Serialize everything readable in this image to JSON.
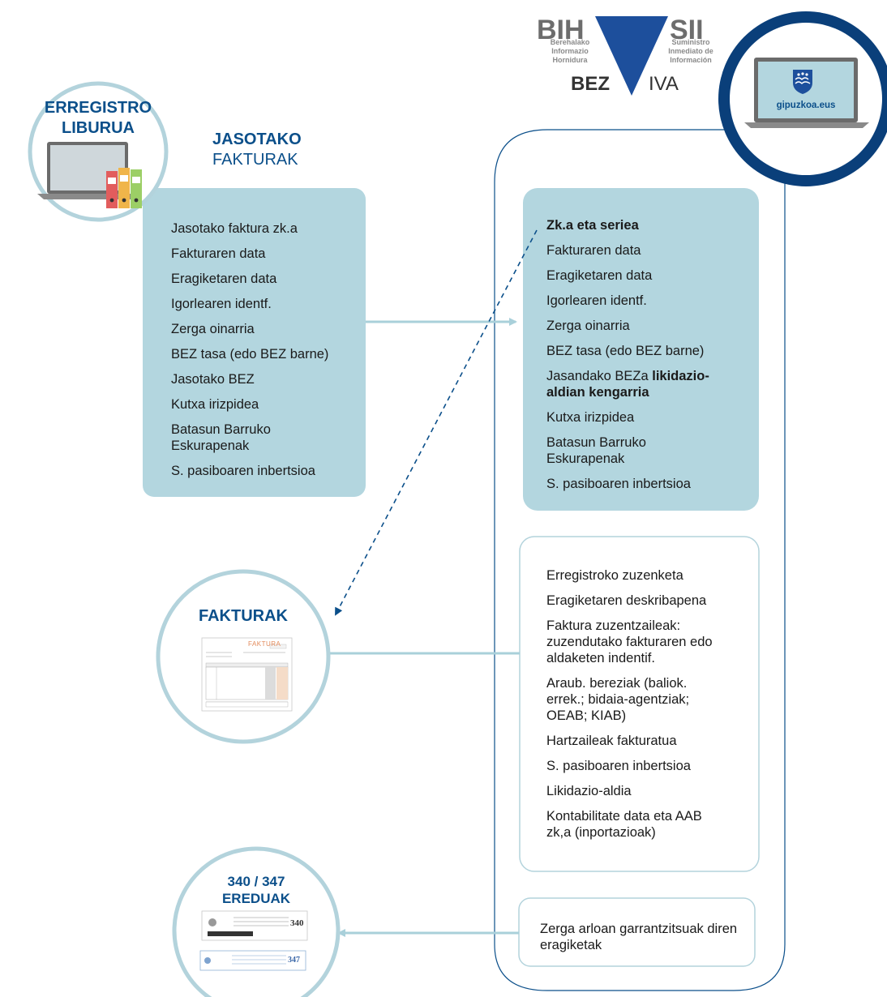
{
  "logo": {
    "bih": "BIH",
    "bih_sub": [
      "Berehalako",
      "Informazio",
      "Hornidura"
    ],
    "sii": "SII",
    "sii_sub": [
      "Suministro",
      "Inmediato de",
      "Información"
    ],
    "bez": "BEZ",
    "iva": "IVA"
  },
  "portal": {
    "site": "gipuzkoa.eus",
    "icon": "gipuzkoa-shield-icon"
  },
  "erregistro": {
    "title_line1": "ERREGISTRO",
    "title_line2": "LIBURUA"
  },
  "jasotako": {
    "line1": "JASOTAKO",
    "line2": "FAKTURAK"
  },
  "left_list": [
    "Jasotako faktura zk.a",
    "Fakturaren data",
    "Eragiketaren data",
    "Igorlearen identf.",
    "Zerga oinarria",
    "BEZ tasa (edo BEZ barne)",
    "Jasotako BEZ",
    "Kutxa irizpidea",
    "Batasun Barruko Eskurapenak",
    "S. pasiboaren inbertsioa"
  ],
  "right_list": {
    "first_bold": "Zk.a eta seriea",
    "items_a": [
      "Fakturaren data",
      "Eragiketaren data",
      "Igorlearen identf.",
      "Zerga oinarria",
      "BEZ tasa (edo BEZ barne)"
    ],
    "deductible_prefix": "Jasandako BEZa ",
    "deductible_bold": "likidazio-aldian kengarria",
    "items_b": [
      "Kutxa irizpidea",
      "Batasun Barruko Eskurapenak",
      "S. pasiboaren inbertsioa"
    ]
  },
  "white_list": [
    "Erregistroko zuzenketa",
    "Eragiketaren deskribapena",
    "Faktura zuzentzaileak: zuzendutako fakturaren edo aldaketen indentif.",
    "Araub. bereziak (baliok. errek.; bidaia-agentziak; OEAB; KIAB)",
    "Hartzaileak fakturatua",
    "S. pasiboaren inbertsioa",
    "Likidazio-aldia",
    "Kontabilitate data eta AAB zk,a (inportazioak)"
  ],
  "fakturak": {
    "title": "FAKTURAK",
    "doc_label": "FAKTURA"
  },
  "ereduak": {
    "line1": "340 / 347",
    "line2": "EREDUAK",
    "form1": "340",
    "form2": "347"
  },
  "bottom_box": "Zerga arloan garrantzitsuak diren eragiketak",
  "colors": {
    "brand_blue": "#0b4f8a",
    "panel_teal": "#b3d6df",
    "circle_border": "#b3d3dc",
    "portal_ring": "#0a3f7a",
    "arrow": "#a9d0da"
  }
}
